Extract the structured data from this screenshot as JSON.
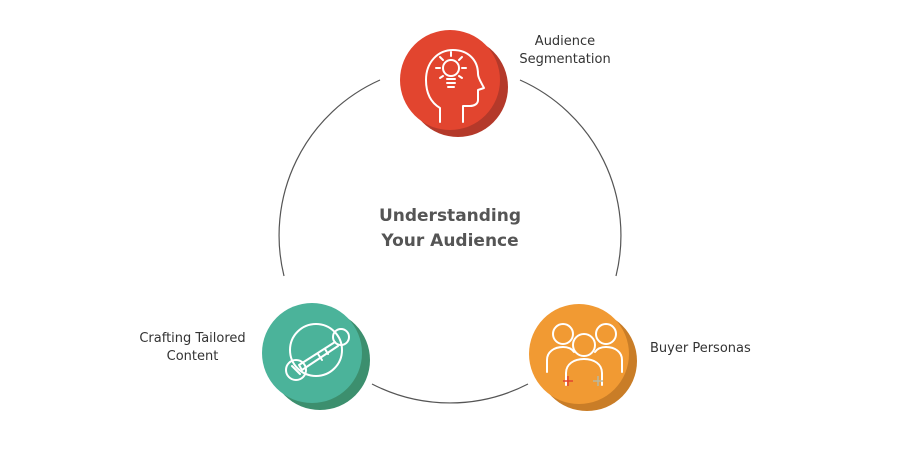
{
  "title": {
    "line1": "Understanding",
    "line2": "Your Audience"
  },
  "nodes": [
    {
      "label_lines": [
        "Audience",
        "Segmentation"
      ],
      "icon": "head-lightbulb-icon",
      "color": "#E2452F",
      "shade": "#B4392A"
    },
    {
      "label_lines": [
        "Buyer Personas"
      ],
      "icon": "people-group-icon",
      "color": "#F19A33",
      "shade": "#C97D27"
    },
    {
      "label_lines": [
        "Crafting Tailored",
        "Content"
      ],
      "icon": "key-icon",
      "color": "#4BB39A",
      "shade": "#3C8F6E"
    }
  ],
  "ring_color": "#555555"
}
